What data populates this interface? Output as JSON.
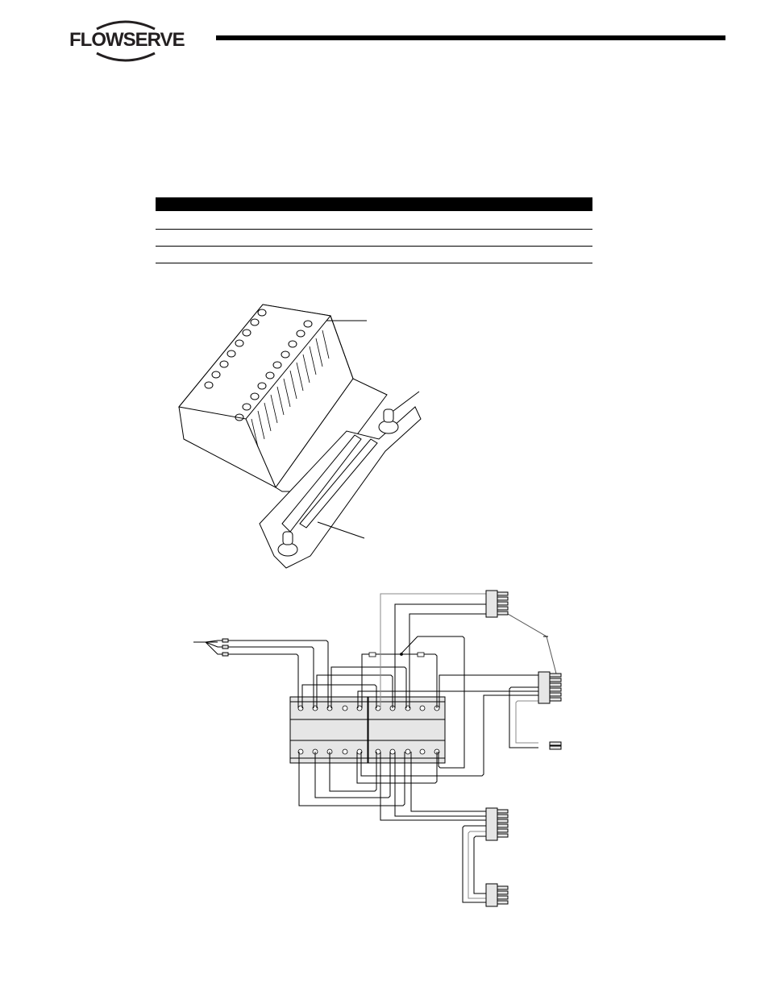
{
  "header": {
    "logo_text": "FLOWSERVE"
  },
  "table": {
    "rows": 3
  },
  "figures": [
    {
      "name": "terminal-block-assembly"
    },
    {
      "name": "wiring-diagram"
    }
  ]
}
